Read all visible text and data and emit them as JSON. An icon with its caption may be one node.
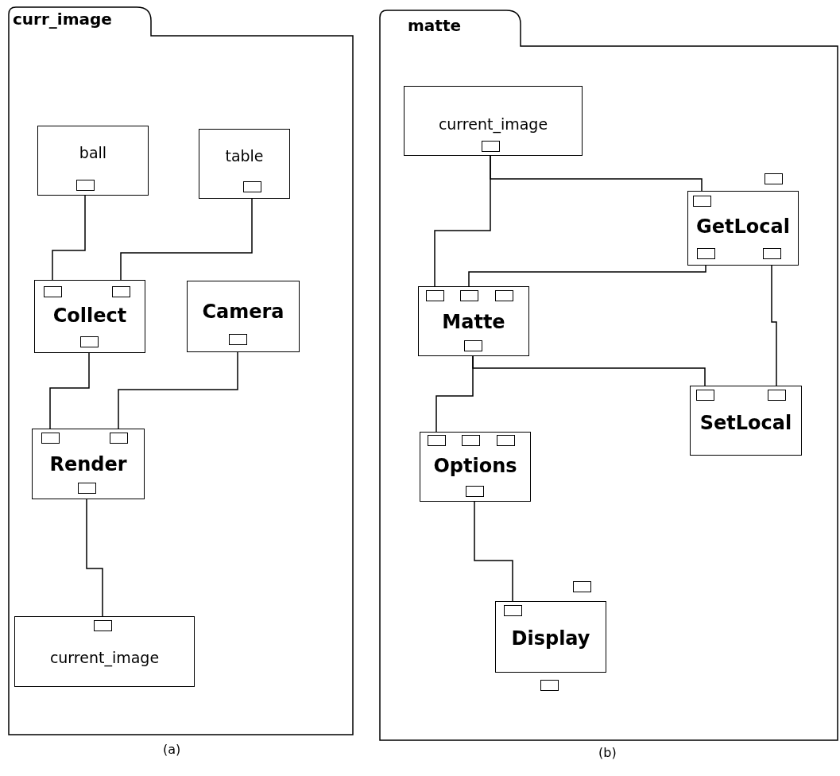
{
  "diagram": {
    "nodes": [
      {
        "text": [
          "curr_image"
        ]
      },
      {
        "text": [
          "ball"
        ],
        "in": 0
      },
      {
        "text": [
          "table"
        ],
        "in": 0
      },
      {
        "text": [
          "Collect"
        ],
        "in": 0
      },
      {
        "text": [
          "Camera"
        ],
        "in": 0
      },
      {
        "text": [
          "Render"
        ],
        "in": 0
      },
      {
        "text": [
          "current_image"
        ],
        "in": 0
      },
      {
        "text": [
          "matte"
        ]
      },
      {
        "text": [
          "current_image"
        ],
        "in": 7
      },
      {
        "text": [
          "GetLocal"
        ],
        "in": 7
      },
      {
        "text": [
          "Matte"
        ],
        "in": 7
      },
      {
        "text": [
          "SetLocal"
        ],
        "in": 7
      },
      {
        "text": [
          "Options"
        ],
        "in": 7
      },
      {
        "text": [
          "Display"
        ],
        "in": 7
      }
    ],
    "edges": [
      {
        "from": 1,
        "to": 3,
        "arrow": "none"
      },
      {
        "from": 2,
        "to": 3,
        "arrow": "none"
      },
      {
        "from": 3,
        "to": 5,
        "arrow": "none"
      },
      {
        "from": 4,
        "to": 5,
        "arrow": "none"
      },
      {
        "from": 5,
        "to": 6,
        "arrow": "none"
      },
      {
        "from": 8,
        "to": 10,
        "arrow": "none"
      },
      {
        "from": 8,
        "to": 9,
        "arrow": "none"
      },
      {
        "from": 9,
        "to": 10,
        "arrow": "none"
      },
      {
        "from": 9,
        "to": 11,
        "arrow": "none"
      },
      {
        "from": 10,
        "to": 11,
        "arrow": "none"
      },
      {
        "from": 10,
        "to": 12,
        "arrow": "none"
      },
      {
        "from": 12,
        "to": 13,
        "arrow": "none"
      }
    ],
    "labels": [
      "(a)",
      "(b)"
    ]
  }
}
